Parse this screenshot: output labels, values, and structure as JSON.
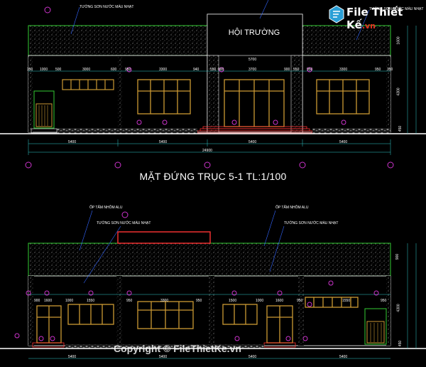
{
  "drawing": {
    "title": "MẶT ĐỨNG TRỤC 5-1 TL:1/100",
    "hall_sign": "HỘI TRƯỜNG",
    "upper_elevation": {
      "wall_note": "TƯỜNG SƠN NƯỚC MÀU NHẠT",
      "wall_note_right": "TƯỜNG SƠN NƯỚC MÀU NHẠT",
      "overall_dimension": "24900",
      "bay_dimensions": [
        "5400",
        "5400",
        "5400",
        "5400"
      ],
      "top_dims": [
        "350",
        "1000",
        "500",
        "3000",
        "600",
        "950",
        "3300",
        "940",
        "550",
        "900",
        "3700",
        "900",
        "550",
        "950",
        "3300",
        "950",
        "350"
      ],
      "side_heights": [
        "1600",
        "4300",
        "450"
      ],
      "center_dim": "5700"
    },
    "lower_elevation": {
      "cladding_note_left": "ỐP TẤM NHÔM ALU",
      "cladding_note_right": "ỐP TẤM NHÔM ALU",
      "wall_note_left": "TƯỜNG SƠN NƯỚC MÀU NHẠT",
      "wall_note_right": "TƯỜNG SƠN NƯỚC MÀU NHẠT",
      "bay_dimensions": [
        "5400",
        "5400",
        "5400",
        "5400"
      ],
      "top_dims": [
        "900",
        "1600",
        "1000",
        "1550",
        "950",
        "3300",
        "950",
        "1500",
        "1000",
        "1600",
        "950",
        "1550",
        "950"
      ],
      "side_heights": [
        "900",
        "4300",
        "450"
      ]
    }
  },
  "logo": {
    "text": "File Thiết Kế",
    "tld": ".vn"
  },
  "watermark": "Copyright © FileThietKe.vn",
  "colors": {
    "line": "#ffffff",
    "facade_outline": "#33cc33",
    "window": "#cc9933",
    "grid_bubble": "#cc33cc",
    "dimension": "#33cccc",
    "steps": "#ff3333"
  }
}
